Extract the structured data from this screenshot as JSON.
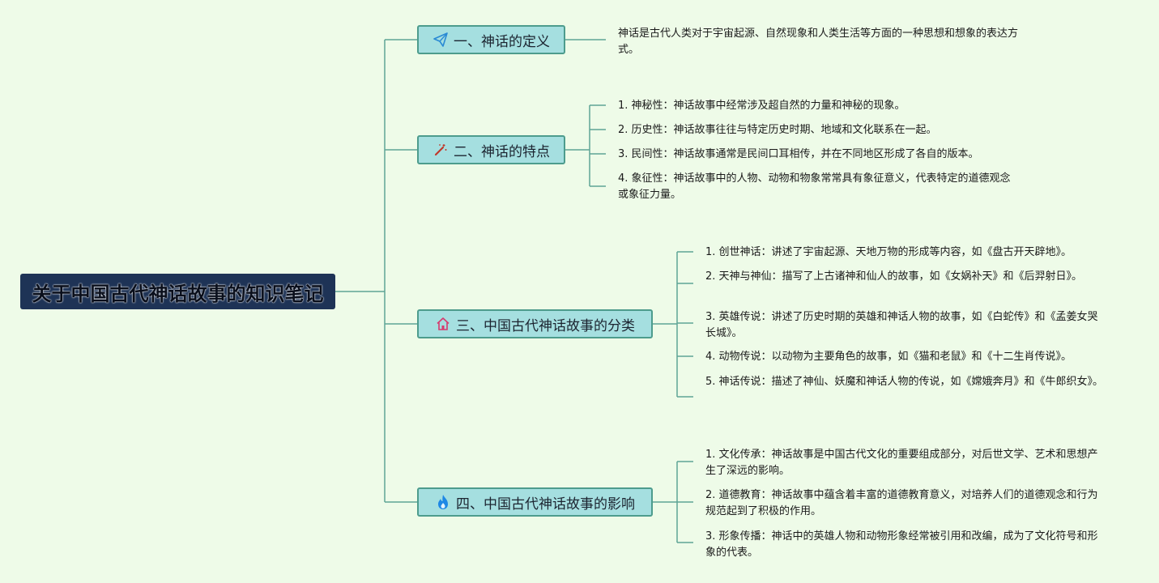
{
  "root": {
    "title": "关于中国古代神话故事的知识笔记"
  },
  "branches": [
    {
      "title": "一、神话的定义",
      "icon": "paper-plane-icon",
      "leaves": [
        "神话是古代人类对于宇宙起源、自然现象和人类生活等方面的一种思想和想象的表达方式。"
      ]
    },
    {
      "title": "二、神话的特点",
      "icon": "magic-wand-icon",
      "leaves": [
        "1. 神秘性：神话故事中经常涉及超自然的力量和神秘的现象。",
        "2. 历史性：神话故事往往与特定历史时期、地域和文化联系在一起。",
        "3. 民间性：神话故事通常是民间口耳相传，并在不同地区形成了各自的版本。",
        "4. 象征性：神话故事中的人物、动物和物象常常具有象征意义，代表特定的道德观念或象征力量。"
      ]
    },
    {
      "title": "三、中国古代神话故事的分类",
      "icon": "home-icon",
      "leaves": [
        "1. 创世神话：讲述了宇宙起源、天地万物的形成等内容，如《盘古开天辟地》。",
        "2. 天神与神仙：描写了上古诸神和仙人的故事，如《女娲补天》和《后羿射日》。",
        "3. 英雄传说：讲述了历史时期的英雄和神话人物的故事，如《白蛇传》和《孟姜女哭长城》。",
        "4. 动物传说：以动物为主要角色的故事，如《猫和老鼠》和《十二生肖传说》。",
        "5. 神话传说：描述了神仙、妖魔和神话人物的传说，如《嫦娥奔月》和《牛郎织女》。"
      ]
    },
    {
      "title": "四、中国古代神话故事的影响",
      "icon": "flame-icon",
      "leaves": [
        "1. 文化传承：神话故事是中国古代文化的重要组成部分，对后世文学、艺术和思想产生了深远的影响。",
        "2. 道德教育：神话故事中蕴含着丰富的道德教育意义，对培养人们的道德观念和行为规范起到了积极的作用。",
        "3. 形象传播：神话中的英雄人物和动物形象经常被引用和改编，成为了文化符号和形象的代表。"
      ]
    }
  ],
  "colors": {
    "background": "#eefbe8",
    "root_fill": "#1e3356",
    "branch_fill": "#a5dfe0",
    "branch_border": "#4d9c8d",
    "connector": "#5fa596"
  }
}
